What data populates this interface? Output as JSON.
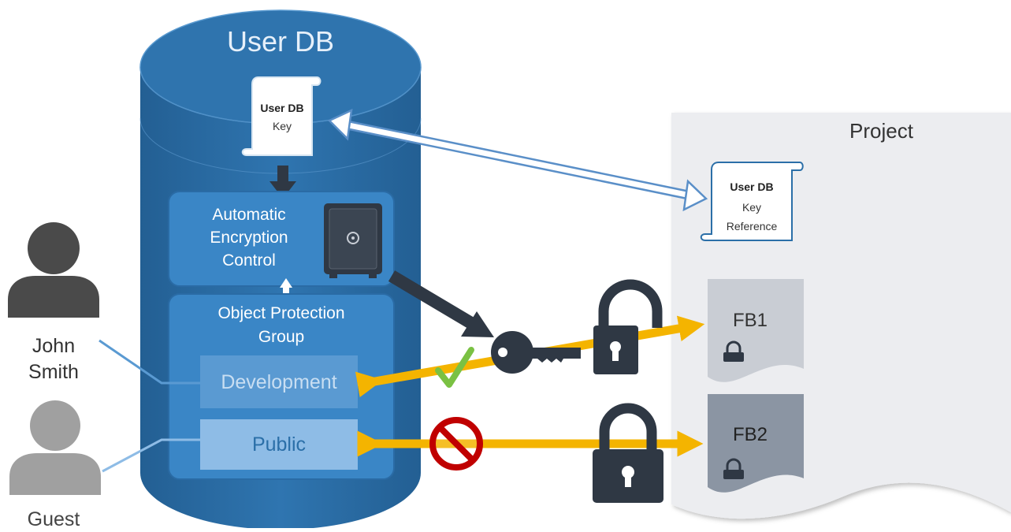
{
  "db": {
    "title": "User DB",
    "key_line1": "User DB",
    "key_line2": "Key",
    "aec_line1": "Automatic",
    "aec_line2": "Encryption",
    "aec_line3": "Control",
    "opg_line1": "Object Protection",
    "opg_line2": "Group",
    "dev_label": "Development",
    "public_label": "Public"
  },
  "users": {
    "john_line1": "John",
    "john_line2": "Smith",
    "guest": "Guest"
  },
  "project": {
    "title": "Project",
    "keyref_line1": "User DB",
    "keyref_line2": "Key",
    "keyref_line3": "Reference",
    "fb1": "FB1",
    "fb2": "FB2"
  },
  "colors": {
    "db_blue": "#2B6FA8",
    "panel_blue": "#3A86C6",
    "arrow_yellow": "#F4B400",
    "lock_dark": "#2F3844",
    "check_green": "#7AC143",
    "forbidden_red": "#C00000",
    "project_bg": "#ECEDF0"
  },
  "icons": [
    "scroll-icon",
    "safe-icon",
    "key-icon",
    "padlock-open-icon",
    "padlock-closed-icon",
    "check-icon",
    "forbidden-icon",
    "user-icon",
    "small-lock-icon"
  ]
}
